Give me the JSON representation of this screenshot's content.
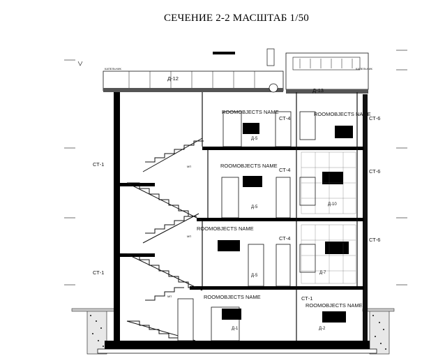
{
  "title": "СЕЧЕНИЕ 2-2 МАСШТАБ 1/50",
  "room_label": "ROOMOBJECTS NAME",
  "walls": {
    "st1": "СТ-1",
    "st4": "СТ-4",
    "st6": "СТ-6"
  },
  "doors": {
    "d1": "Д-1",
    "d2": "Д-2",
    "d5": "Д-5",
    "d7": "Д-7",
    "d10": "Д-10",
    "d12": "Д-12",
    "d13": "Д-13"
  },
  "tags": {
    "mp": "МП",
    "left_roof": "КАПЕЛЬНИК",
    "right_roof": "КАПЕЛЬНИК"
  },
  "colors": {
    "line": "#111111",
    "wall": "#000000"
  }
}
